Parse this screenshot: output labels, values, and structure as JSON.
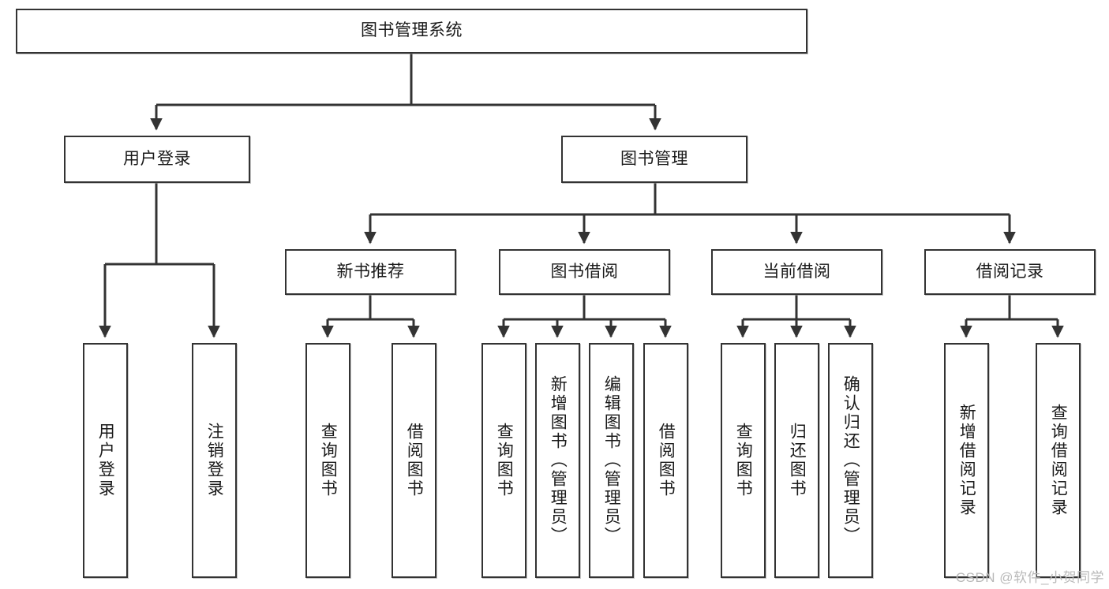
{
  "diagram": {
    "type": "tree",
    "title": "图书管理系统",
    "watermark": "CSDN @软件_小贺同学",
    "colors": {
      "node_border": "#333333",
      "node_fill": "#ffffff",
      "edge": "#333333",
      "text": "#1a1a1a",
      "watermark": "#b9b9b9"
    },
    "nodes": {
      "root": {
        "label": "图书管理系统",
        "orientation": "horizontal"
      },
      "l2": [
        {
          "id": "user-login",
          "label": "用户登录",
          "orientation": "horizontal"
        },
        {
          "id": "book-manage",
          "label": "图书管理",
          "orientation": "horizontal"
        }
      ],
      "l3": [
        {
          "id": "new-book-recommend",
          "label": "新书推荐",
          "orientation": "horizontal"
        },
        {
          "id": "book-borrow",
          "label": "图书借阅",
          "orientation": "horizontal"
        },
        {
          "id": "current-borrow",
          "label": "当前借阅",
          "orientation": "horizontal"
        },
        {
          "id": "borrow-record",
          "label": "借阅记录",
          "orientation": "horizontal"
        }
      ],
      "leaves": [
        {
          "id": "leaf-user-login",
          "label": "用户登录",
          "orientation": "vertical",
          "parent": "user-login"
        },
        {
          "id": "leaf-logout",
          "label": "注销登录",
          "orientation": "vertical",
          "parent": "user-login"
        },
        {
          "id": "leaf-query-book-1",
          "label": "查询图书",
          "orientation": "vertical",
          "parent": "new-book-recommend"
        },
        {
          "id": "leaf-borrow-book-1",
          "label": "借阅图书",
          "orientation": "vertical",
          "parent": "new-book-recommend"
        },
        {
          "id": "leaf-query-book-2",
          "label": "查询图书",
          "orientation": "vertical",
          "parent": "book-borrow"
        },
        {
          "id": "leaf-add-book",
          "label": "新增图书（管理员）",
          "orientation": "vertical",
          "parent": "book-borrow"
        },
        {
          "id": "leaf-edit-book",
          "label": "编辑图书（管理员）",
          "orientation": "vertical",
          "parent": "book-borrow"
        },
        {
          "id": "leaf-borrow-book-2",
          "label": "借阅图书",
          "orientation": "vertical",
          "parent": "book-borrow"
        },
        {
          "id": "leaf-query-book-3",
          "label": "查询图书",
          "orientation": "vertical",
          "parent": "current-borrow"
        },
        {
          "id": "leaf-return-book",
          "label": "归还图书",
          "orientation": "vertical",
          "parent": "current-borrow"
        },
        {
          "id": "leaf-confirm-return",
          "label": "确认归还（管理员）",
          "orientation": "vertical",
          "parent": "current-borrow"
        },
        {
          "id": "leaf-add-record",
          "label": "新增借阅记录",
          "orientation": "vertical",
          "parent": "borrow-record"
        },
        {
          "id": "leaf-query-record",
          "label": "查询借阅记录",
          "orientation": "vertical",
          "parent": "borrow-record"
        }
      ]
    }
  }
}
